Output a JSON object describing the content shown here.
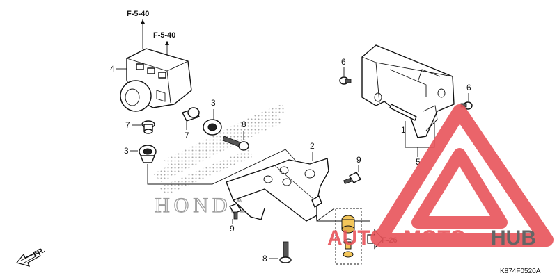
{
  "colors": {
    "line": "#111111",
    "watermark_red": "#e8545a",
    "watermark_gray": "#555555",
    "honda_dots": "#9a9a9a",
    "highlight_yellow": "#f3c65a"
  },
  "refs": {
    "f540_top": "F-5-40",
    "f540_mid": "F-5-40",
    "f26": "F-26"
  },
  "callouts": {
    "p1": "1",
    "p2": "2",
    "p3_upper": "3",
    "p3_lower": "3",
    "p4": "4",
    "p5": "5",
    "p6_left": "6",
    "p6_right": "6",
    "p7_upper": "7",
    "p7_lower": "7",
    "p8_upper": "8",
    "p8_lower": "8",
    "p9_left": "9",
    "p9_right": "9"
  },
  "front_arrow": "FR.",
  "background_logo": "HONDA",
  "watermark": {
    "auto": "AUTO",
    "moto": "MOTO",
    "hub": "HUB"
  },
  "diagram_code": "K874F0520A"
}
